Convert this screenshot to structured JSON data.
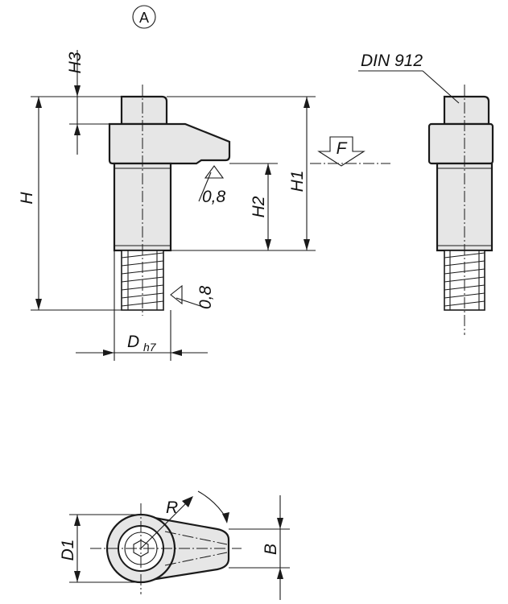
{
  "drawing": {
    "view_marker": "A",
    "callout_din": "DIN 912",
    "labels": {
      "H": "H",
      "H1": "H1",
      "H2": "H2",
      "H3": "H3",
      "D": "D",
      "D_sub": "h7",
      "D1": "D1",
      "B": "B",
      "R": "R",
      "F": "F",
      "surface_upper": "0,8",
      "surface_lower": "0,8"
    }
  }
}
